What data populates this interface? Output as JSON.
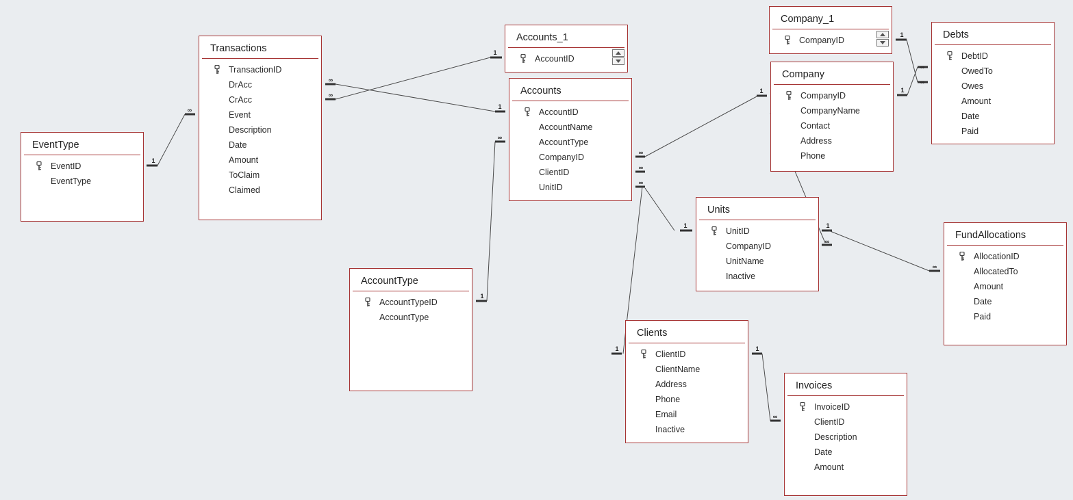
{
  "labels": {
    "one": "1",
    "many": "∞"
  },
  "tables": {
    "eventtype": {
      "title": "EventType",
      "fields": [
        "EventID",
        "EventType"
      ]
    },
    "transactions": {
      "title": "Transactions",
      "fields": [
        "TransactionID",
        "DrAcc",
        "CrAcc",
        "Event",
        "Description",
        "Date",
        "Amount",
        "ToClaim",
        "Claimed"
      ]
    },
    "accounts_1": {
      "title": "Accounts_1",
      "fields": [
        "AccountID"
      ]
    },
    "accounts": {
      "title": "Accounts",
      "fields": [
        "AccountID",
        "AccountName",
        "AccountType",
        "CompanyID",
        "ClientID",
        "UnitID"
      ]
    },
    "accounttype": {
      "title": "AccountType",
      "fields": [
        "AccountTypeID",
        "AccountType"
      ]
    },
    "company_1": {
      "title": "Company_1",
      "fields": [
        "CompanyID"
      ]
    },
    "company": {
      "title": "Company",
      "fields": [
        "CompanyID",
        "CompanyName",
        "Contact",
        "Address",
        "Phone"
      ]
    },
    "debts": {
      "title": "Debts",
      "fields": [
        "DebtID",
        "OwedTo",
        "Owes",
        "Amount",
        "Date",
        "Paid"
      ]
    },
    "units": {
      "title": "Units",
      "fields": [
        "UnitID",
        "CompanyID",
        "UnitName",
        "Inactive"
      ]
    },
    "fundallocations": {
      "title": "FundAllocations",
      "fields": [
        "AllocationID",
        "AllocatedTo",
        "Amount",
        "Date",
        "Paid"
      ]
    },
    "clients": {
      "title": "Clients",
      "fields": [
        "ClientID",
        "ClientName",
        "Address",
        "Phone",
        "Email",
        "Inactive"
      ]
    },
    "invoices": {
      "title": "Invoices",
      "fields": [
        "InvoiceID",
        "ClientID",
        "Description",
        "Date",
        "Amount"
      ]
    }
  }
}
